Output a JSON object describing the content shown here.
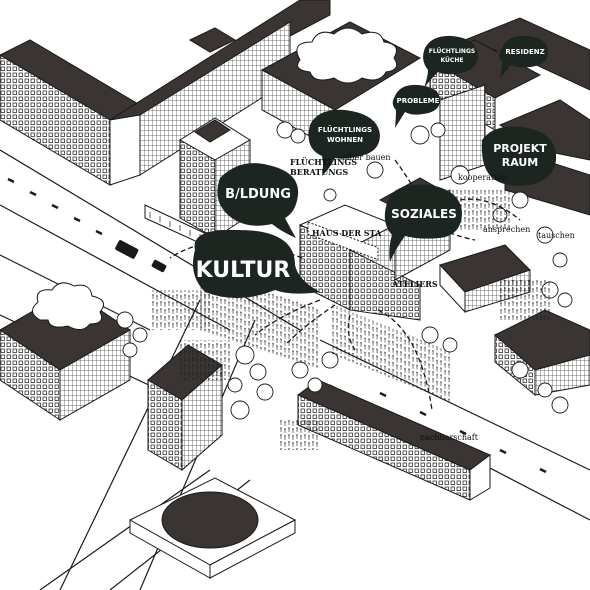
{
  "colors": {
    "ink": "#1a1a1a",
    "roof": "#3a3533",
    "bubble": "#1c2520",
    "paper": "#ffffff"
  },
  "bubbles": {
    "kultur": "KULTUR",
    "bildung": "B/LDUNG",
    "soziales": "SOZIALES",
    "projekt_1": "PROJEKT",
    "projekt_2": "RAUM",
    "fluechtlings_wohnen_1": "FLÜCHTLINGS",
    "fluechtlings_wohnen_2": "WOHNEN",
    "fluechtlings_kueche_1": "FLÜCHTLINGS",
    "fluechtlings_kueche_2": "KÜCHE",
    "residenz": "RESIDENZ",
    "probleme": "PROBLEME"
  },
  "labels": {
    "fluechtlings_beratungs_1": "FLÜCHTLINGS",
    "fluechtlings_beratungs_2": "BERATUNGS",
    "ateliers": "ATELIERS",
    "haus_sign": "HAUS DER STA",
    "selber_bauen": "selber bauen",
    "kooperation": "kooperation",
    "ansprechen": "ansprechen",
    "tauschen": "tauschen",
    "nachbarschaft": "nachbarschaft"
  }
}
